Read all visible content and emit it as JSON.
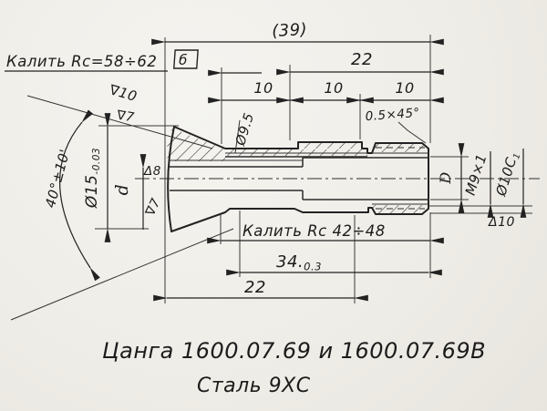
{
  "notes": {
    "harden_head": "Калить Rc=58÷62",
    "harden_shank": "Калить Rc 42÷48",
    "flag": "б"
  },
  "dims": {
    "overall_len": "(39)",
    "len22_top": "22",
    "len10_1": "10",
    "len10_2": "10",
    "len10_3": "10",
    "chamfer": "0.5×45°",
    "dia_9_5": "Ø9.5",
    "dia15_main": "Ø15",
    "dia15_tol": "-0.03",
    "cone_angle": "40°±10'",
    "bore_small": "d",
    "bore_large": "D",
    "thread": "М9×1",
    "dia10_main": "Ø10С",
    "dia10_sub": "1",
    "len34_main": "34.",
    "len34_tol": "0.3",
    "len22_bottom": "22"
  },
  "finish": {
    "cone_surface": "∇10",
    "face": "∇7",
    "bore_top": "Δ8",
    "bore_bottom": "∇7",
    "right_end": "Δ10"
  },
  "title_block": {
    "part": "Цанга  1600.07.69  и 1600.07.69В",
    "material": "Сталь 9ХС"
  }
}
